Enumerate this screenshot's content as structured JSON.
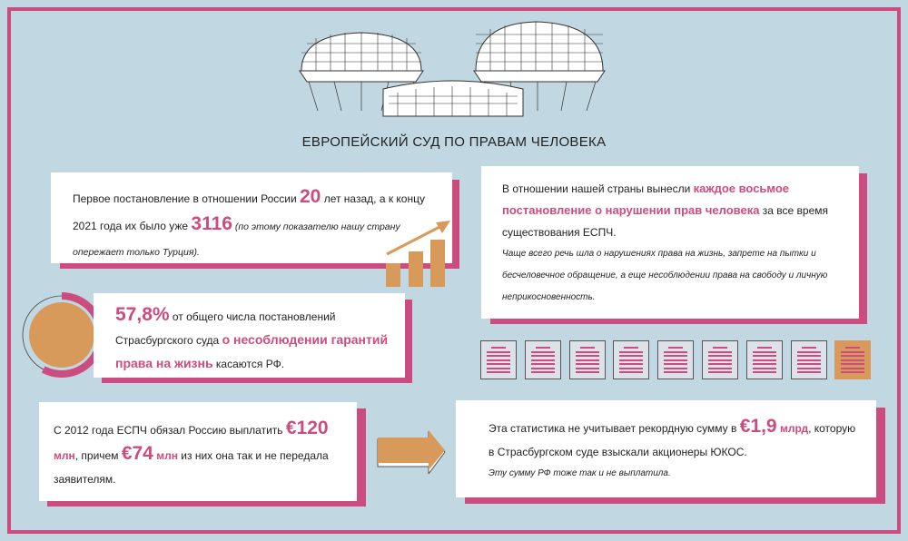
{
  "title": "ЕВРОПЕЙСКИЙ СУД ПО ПРАВАМ ЧЕЛОВЕКА",
  "colors": {
    "accent": "#cc4c80",
    "orange": "#d79a5a",
    "background": "#c1d8e2"
  },
  "card1": {
    "t1": "Первое постановление в отношении России ",
    "n1": "20",
    "t2": " лет назад, а к концу 2021 года их было уже ",
    "n2": "3116",
    "note": " (по этому показателю нашу страну опережает только Турция)."
  },
  "card2": {
    "t1": "В отношении нашей страны вынесли ",
    "hl": "каждое восьмое постановление о нарушении прав человека",
    "t2": " за все время существования ЕСПЧ.",
    "note": "Чаще всего речь шла о нарушениях права на жизнь, запрете на пытки и бесчеловечное обращение, а еще несоблюдении права на свободу и личную неприкосновенность."
  },
  "card3": {
    "pct": "57,8%",
    "t1": " от общего числа постановлений Страсбургского суда ",
    "hl": "о несоблюдении гарантий права на жизнь",
    "t2": " касаются РФ.",
    "value": 57.8
  },
  "card4": {
    "t1": "С 2012 года ЕСПЧ обязал Россию выплатить ",
    "a1": "€120",
    "u1": " млн",
    "t2": ", причем ",
    "a2": "€74",
    "u2": " млн",
    "t3": " из них она так и не передала заявителям."
  },
  "card5": {
    "t1": "Эта статистика не учитывает рекордную сумму в ",
    "a": "€1,9",
    "u": " млрд",
    "t2": ", которую в Страсбургском суде взыскали акционеры ЮКОС.",
    "note": "Эту сумму РФ тоже так и не выплатила."
  },
  "documents": {
    "total": 9,
    "highlighted": 1
  }
}
